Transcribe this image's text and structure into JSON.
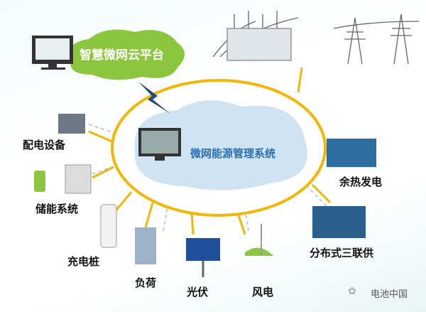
{
  "platform": {
    "title": "智慧微网云平台"
  },
  "center": {
    "title": "微网能源管理系统"
  },
  "nodes": {
    "distribution": "配电设备",
    "storage": "储能系统",
    "charging": "充电桩",
    "load": "负荷",
    "pv": "光伏",
    "wind": "风电",
    "waste_heat": "余热发电",
    "cchp": "分布式三联供"
  },
  "watermark": "电池中国",
  "colors": {
    "ring": "#f2b705",
    "cloud": "#8cc63f",
    "inner": "#cfe3f3",
    "text_blue": "#2a6fb0"
  }
}
